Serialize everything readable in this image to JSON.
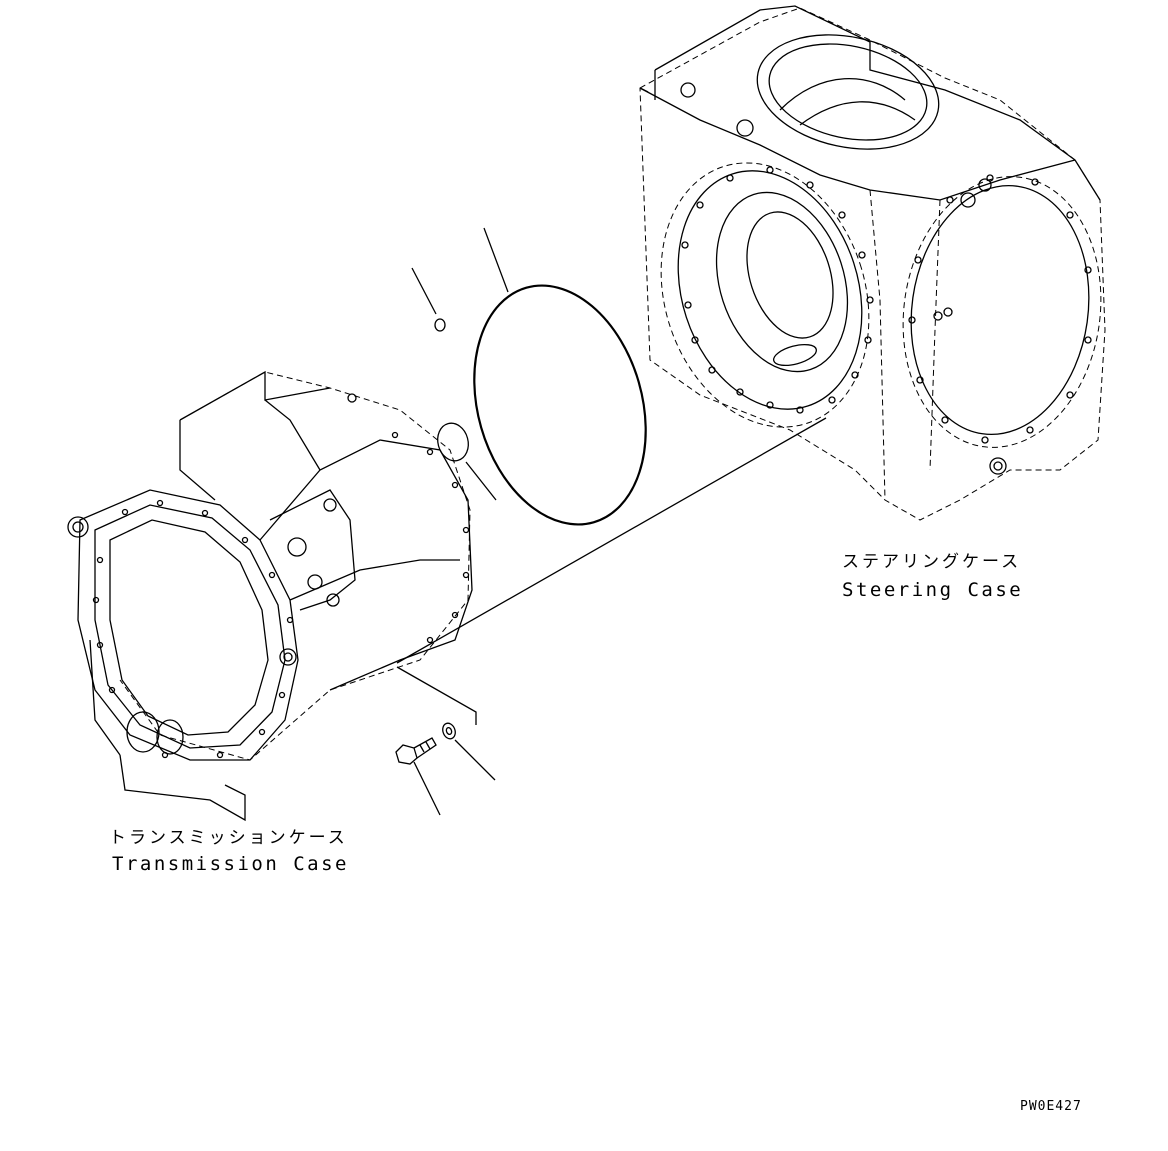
{
  "labels": {
    "steering_case_jp": "ステアリングケース",
    "steering_case_en": "Steering Case",
    "transmission_case_jp": "トランスミッションケース",
    "transmission_case_en": "Transmission Case",
    "drawing_code": "PW0E427"
  }
}
